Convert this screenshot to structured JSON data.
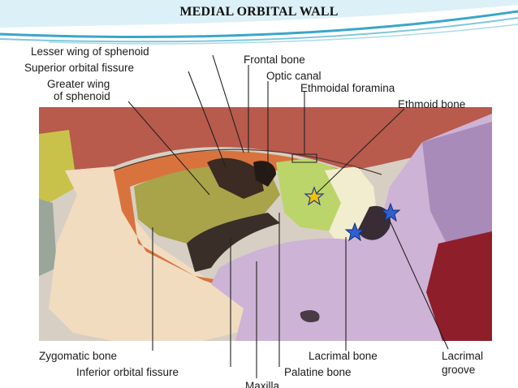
{
  "slide": {
    "title": "MEDIAL ORBITAL WALL",
    "accent_color": "#3aa6c9"
  },
  "figure": {
    "labels": {
      "lesser_wing_of_sphenoid": "Lesser wing of sphenoid",
      "superior_orbital_fissure": "Superior orbital fissure",
      "greater_wing_line1": "Greater wing",
      "greater_wing_line2": "of sphenoid",
      "frontal_bone": "Frontal bone",
      "optic_canal": "Optic canal",
      "ethmoidal_foramina": "Ethmoidal foramina",
      "ethmoid_bone": "Ethmoid bone",
      "zygomatic_bone": "Zygomatic bone",
      "inferior_orbital_fissure": "Inferior orbital fissure",
      "lacrimal_bone": "Lacrimal bone",
      "palatine_bone": "Palatine bone",
      "lacrimal_groove_line1": "Lacrimal",
      "lacrimal_groove_line2": "groove",
      "maxilla_partial": "Maxilla"
    },
    "star_markers": [
      {
        "color": "#f2c200",
        "label": "ethmoid-star"
      },
      {
        "color": "#2f5fd0",
        "label": "lacrimal-star"
      },
      {
        "color": "#2f5fd0",
        "label": "groove-star"
      }
    ]
  }
}
